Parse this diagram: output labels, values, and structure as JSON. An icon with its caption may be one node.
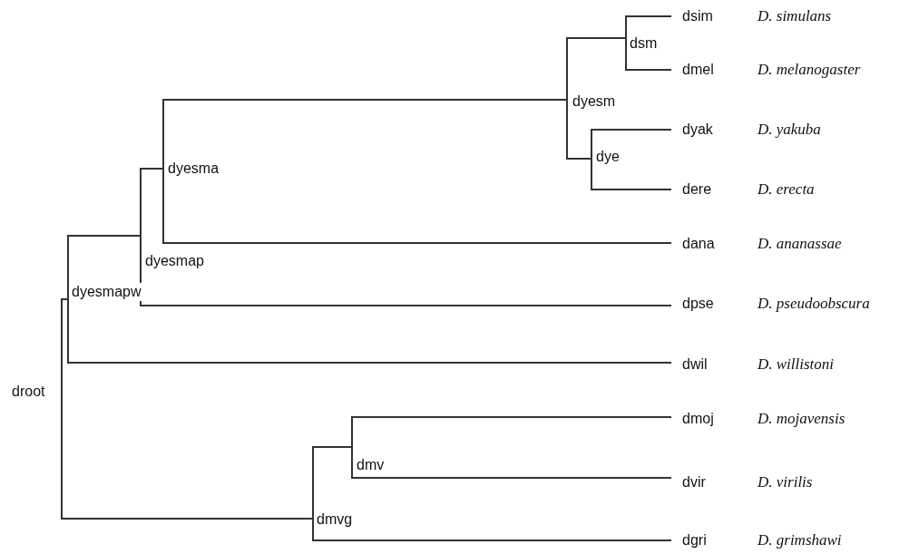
{
  "diagram": {
    "nodes": [
      {
        "text": [
          "droot"
        ]
      },
      {
        "text": [
          "dyesmapw"
        ]
      },
      {
        "text": [
          "dyesmap"
        ]
      },
      {
        "text": [
          "dyesma"
        ]
      },
      {
        "text": [
          "dyesm"
        ]
      },
      {
        "text": [
          "dsm"
        ]
      },
      {
        "text": [
          "dsim"
        ],
        "beside": [
          "D. simulans"
        ]
      },
      {
        "text": [
          "dmel"
        ],
        "beside": [
          "D. melanogaster"
        ]
      },
      {
        "text": [
          "dye"
        ]
      },
      {
        "text": [
          "dyak"
        ],
        "beside": [
          "D. yakuba"
        ]
      },
      {
        "text": [
          "dere"
        ],
        "beside": [
          "D. erecta"
        ]
      },
      {
        "text": [
          "dana"
        ],
        "beside": [
          "D. ananassae"
        ]
      },
      {
        "text": [
          "dpse"
        ],
        "beside": [
          "D. pseudoobscura"
        ]
      },
      {
        "text": [
          "dwil"
        ],
        "beside": [
          "D. willistoni"
        ]
      },
      {
        "text": [
          "dmvg"
        ]
      },
      {
        "text": [
          "dmv"
        ]
      },
      {
        "text": [
          "dmoj"
        ],
        "beside": [
          "D. mojavensis"
        ]
      },
      {
        "text": [
          "dvir"
        ],
        "beside": [
          "D. virilis"
        ]
      },
      {
        "text": [
          "dgri"
        ],
        "beside": [
          "D. grimshawi"
        ]
      }
    ],
    "edges": [
      {
        "from": 0,
        "to": 1,
        "arrow": "none"
      },
      {
        "from": 0,
        "to": 14,
        "arrow": "none"
      },
      {
        "from": 1,
        "to": 2,
        "arrow": "none"
      },
      {
        "from": 1,
        "to": 13,
        "arrow": "none"
      },
      {
        "from": 2,
        "to": 3,
        "arrow": "none"
      },
      {
        "from": 2,
        "to": 12,
        "arrow": "none"
      },
      {
        "from": 3,
        "to": 4,
        "arrow": "none"
      },
      {
        "from": 3,
        "to": 11,
        "arrow": "none"
      },
      {
        "from": 4,
        "to": 5,
        "arrow": "none"
      },
      {
        "from": 4,
        "to": 8,
        "arrow": "none"
      },
      {
        "from": 5,
        "to": 6,
        "arrow": "none"
      },
      {
        "from": 5,
        "to": 7,
        "arrow": "none"
      },
      {
        "from": 8,
        "to": 9,
        "arrow": "none"
      },
      {
        "from": 8,
        "to": 10,
        "arrow": "none"
      },
      {
        "from": 14,
        "to": 15,
        "arrow": "none"
      },
      {
        "from": 14,
        "to": 18,
        "arrow": "none"
      },
      {
        "from": 15,
        "to": 16,
        "arrow": "none"
      },
      {
        "from": 15,
        "to": 17,
        "arrow": "none"
      }
    ]
  }
}
